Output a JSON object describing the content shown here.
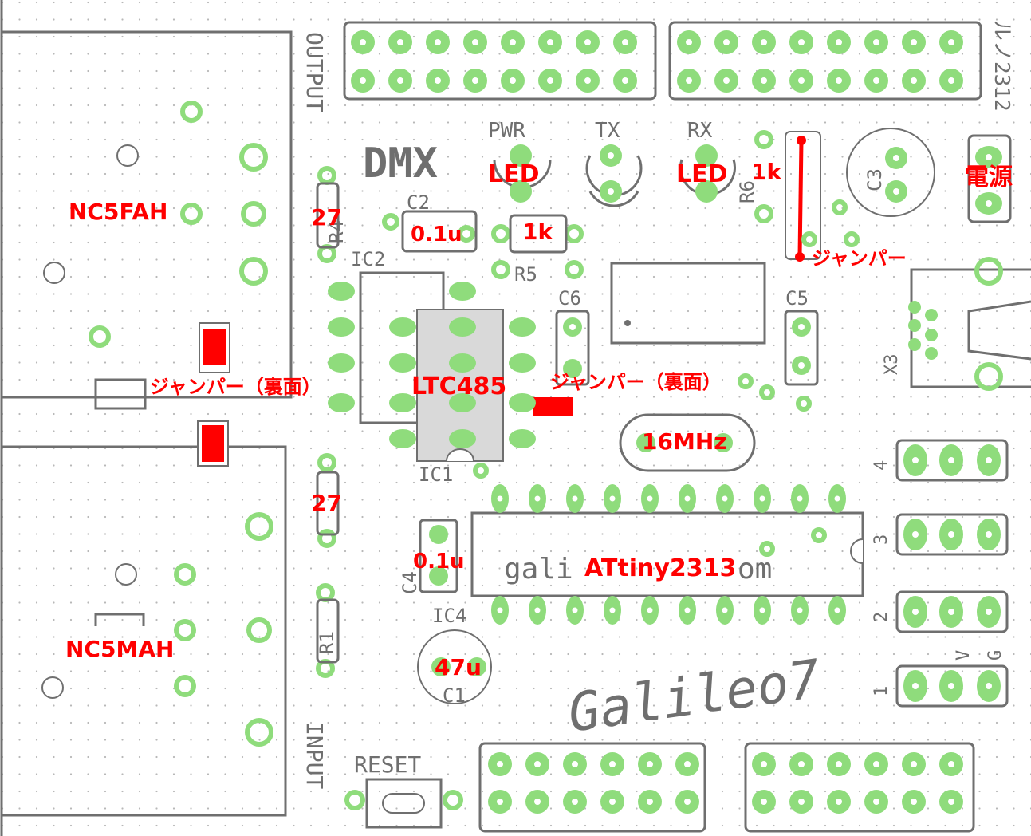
{
  "board_name": "ルノ2312",
  "logo_text": "Galileo7",
  "silk_labels": {
    "dmx": "DMX",
    "output": "OUTPUT",
    "input": "INPUT",
    "reset": "RESET",
    "pwr": "PWR",
    "tx": "TX",
    "rx": "RX",
    "c1": "C1",
    "c2": "C2",
    "c3": "C3",
    "c4": "C4",
    "c5": "C5",
    "c6": "C6",
    "r1": "R1",
    "r4": "R4",
    "r5": "R5",
    "r6": "R6",
    "ic1": "IC1",
    "ic2": "IC2",
    "ic4": "IC4",
    "x3": "X3",
    "j1": "1",
    "j2": "2",
    "j3": "3",
    "j4": "4",
    "v": "V",
    "g": "G",
    "ic4_chip": "gali",
    "ic4_chip_end": "om"
  },
  "annotations": {
    "nc5fah": "NC5FAH",
    "nc5mah": "NC5MAH",
    "r27_top": "27",
    "r27_bottom": "27",
    "c2_value": "0.1u",
    "r_1k_mid": "1k",
    "r_1k_right": "1k",
    "led_pwr": "LED",
    "led_rx": "LED",
    "power": "電源",
    "jumper_top": "ジャンパー",
    "jumper_back_left": "ジャンパー（裏面）",
    "jumper_back_right": "ジャンパー（裏面）",
    "ltc485": "LTC485",
    "xtal": "16MHz",
    "mcu": "ATtiny2313",
    "c4_value": "0.1u",
    "c1_value": "47u"
  },
  "colors": {
    "pad": "#8fdc7c",
    "silkscreen": "#6f6f6f",
    "annotation": "#ff0000",
    "background": "#ffffff"
  }
}
